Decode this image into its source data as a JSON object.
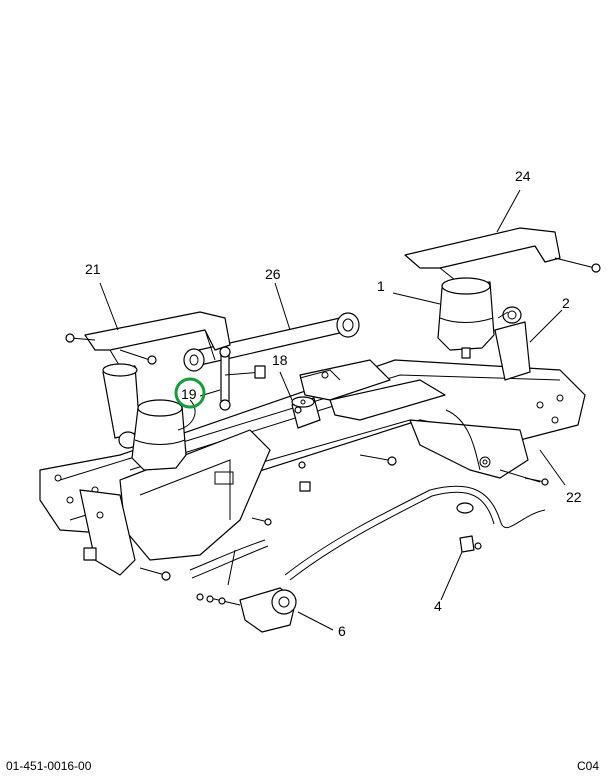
{
  "callouts": {
    "c1": "1",
    "c2": "2",
    "c4": "4",
    "c6": "6",
    "c18": "18",
    "c19": "19",
    "c21": "21",
    "c22": "22",
    "c24": "24",
    "c26": "26"
  },
  "highlight": {
    "callout": "19",
    "color": "#1a9a3c"
  },
  "footer": {
    "drawing_number": "01-451-0016-00",
    "sheet_code": "C04"
  }
}
